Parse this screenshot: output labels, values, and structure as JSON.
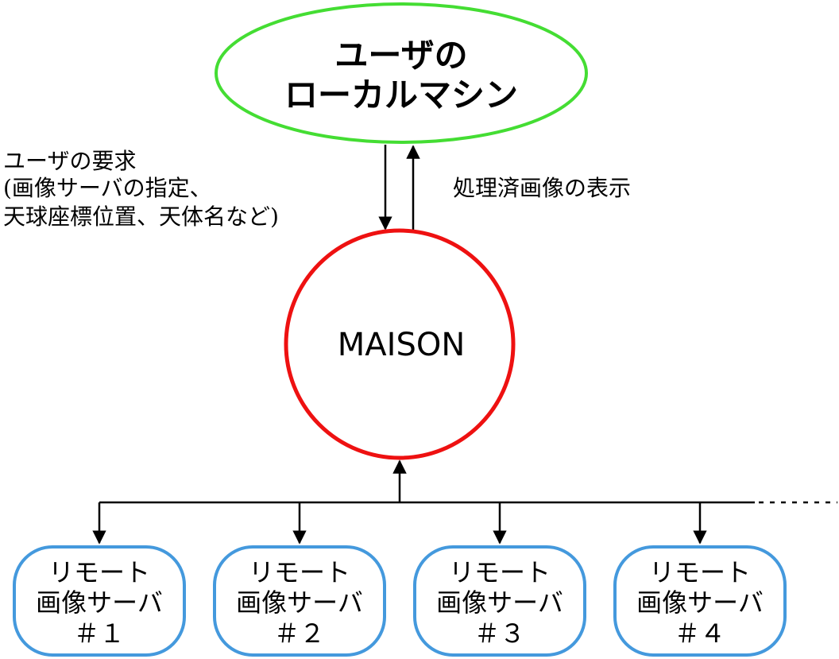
{
  "user_machine": {
    "line1": "ユーザの",
    "line2": "ローカルマシン",
    "border_color": "#44dd33"
  },
  "maison": {
    "label": "MAISON",
    "border_color": "#ee1111"
  },
  "request_label": {
    "line1": "ユーザの要求",
    "line2": "(画像サーバの指定、",
    "line3": "天球座標位置、天体名など)"
  },
  "response_label": "処理済画像の表示",
  "remote_servers": [
    {
      "line1": "リモート",
      "line2": "画像サーバ",
      "line3": "＃１"
    },
    {
      "line1": "リモート",
      "line2": "画像サーバ",
      "line3": "＃２"
    },
    {
      "line1": "リモート",
      "line2": "画像サーバ",
      "line3": "＃３"
    },
    {
      "line1": "リモート",
      "line2": "画像サーバ",
      "line3": "＃４"
    }
  ],
  "remote_border_color": "#4499dd"
}
